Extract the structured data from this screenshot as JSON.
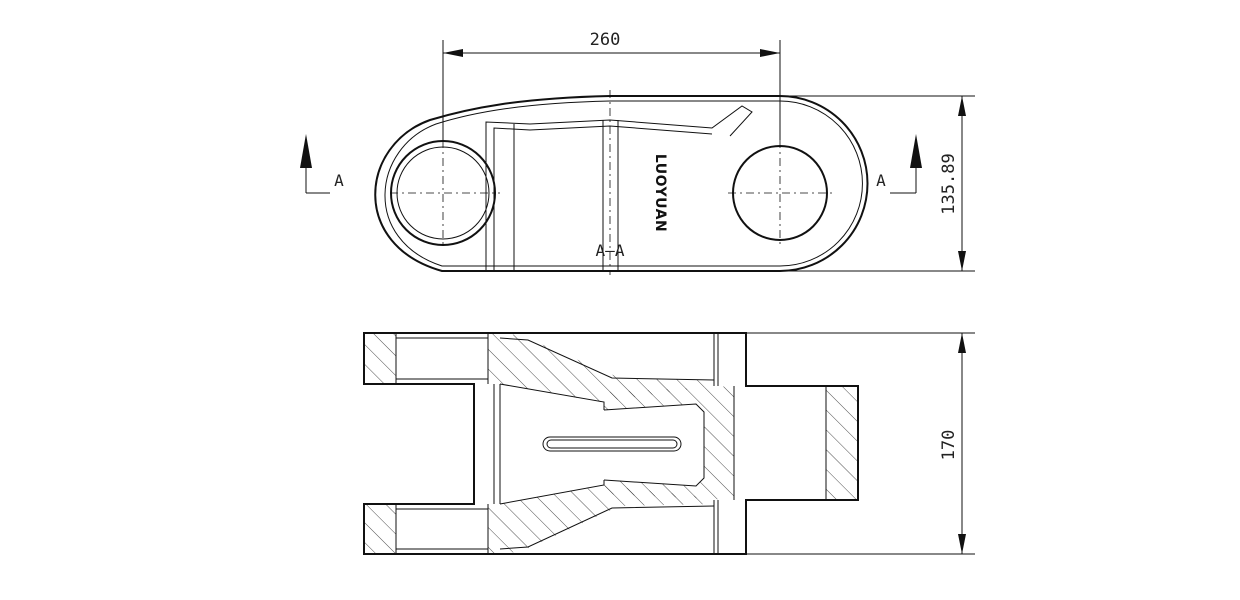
{
  "dimensions": {
    "pitch": "260",
    "height": "135.89",
    "width": "170"
  },
  "section": {
    "marker_left": "A",
    "marker_right": "A",
    "label": "A–A"
  },
  "brand": "LUOYUAN",
  "colors": {
    "line": "#111111",
    "background": "#ffffff"
  }
}
